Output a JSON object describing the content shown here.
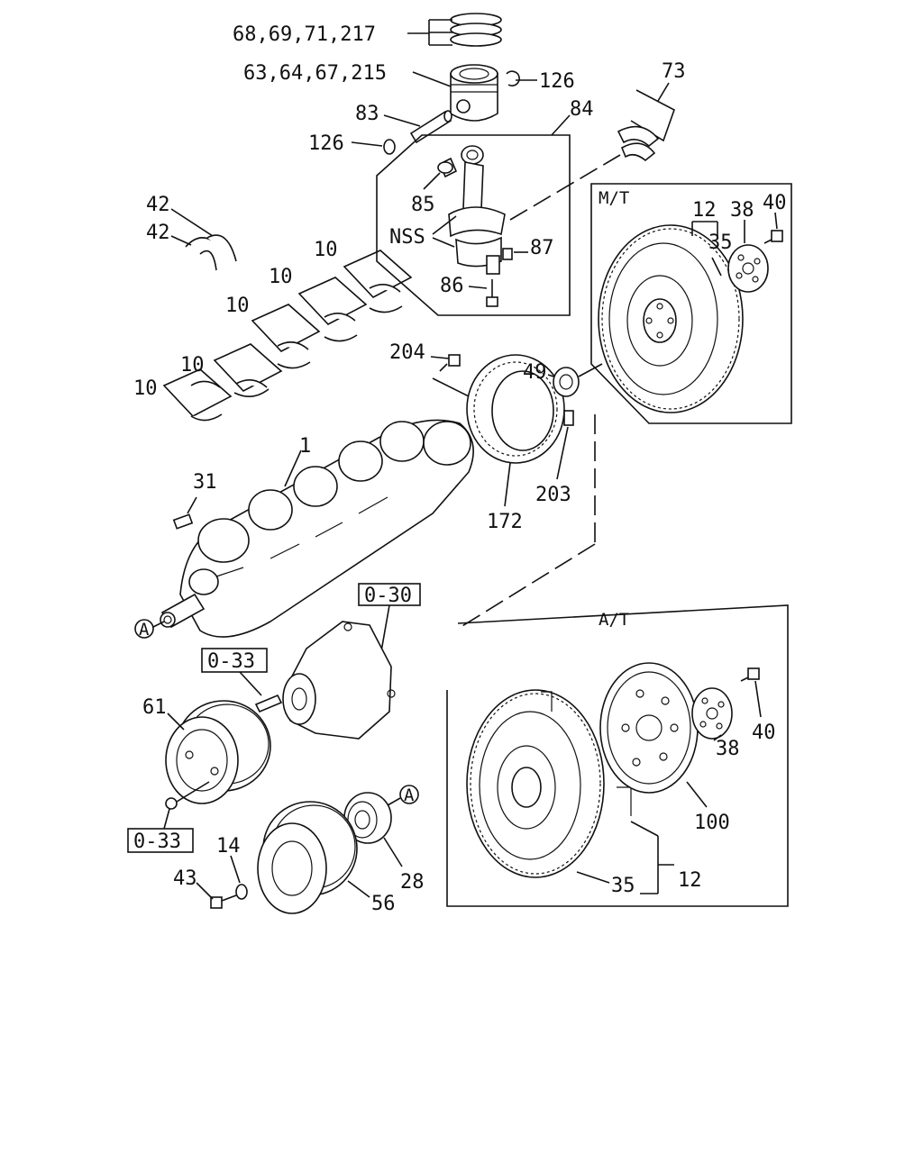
{
  "labels": {
    "rings": "68,69,71,217",
    "piston": "63,64,67,215",
    "snap_ring_right": "126",
    "snap_ring_left": "126",
    "pin": "83",
    "rod_assy": "84",
    "bush": "85",
    "nss": "NSS",
    "rod_nut": "87",
    "rod_bolt": "86",
    "rod_bearing": "73",
    "thrust_1": "42",
    "thrust_2": "42",
    "main_bearing_1": "10",
    "main_bearing_2": "10",
    "main_bearing_3": "10",
    "main_bearing_4": "10",
    "main_bearing_5": "10",
    "crankshaft": "1",
    "key": "31",
    "bolt_204": "204",
    "pilot_bearing": "49",
    "timing_gear": "172",
    "pin_203": "203",
    "mt_flywheel": "12",
    "mt_ring_gear": "35",
    "mt_plate": "38",
    "mt_bolt": "40",
    "ref_pump": "0-30",
    "ref_stud": "0-33",
    "ref_nut": "0-33",
    "pulley_61": "61",
    "gear_28": "28",
    "damper_56": "56",
    "washer_14": "14",
    "bolt_43": "43",
    "at_flexplate": "100",
    "at_plate": "38",
    "at_bolt": "40",
    "at_flywheel": "12",
    "at_ring_gear": "35",
    "connector_a_1": "A",
    "connector_a_2": "A"
  },
  "sections": {
    "manual": "M/T",
    "automatic": "A/T"
  }
}
